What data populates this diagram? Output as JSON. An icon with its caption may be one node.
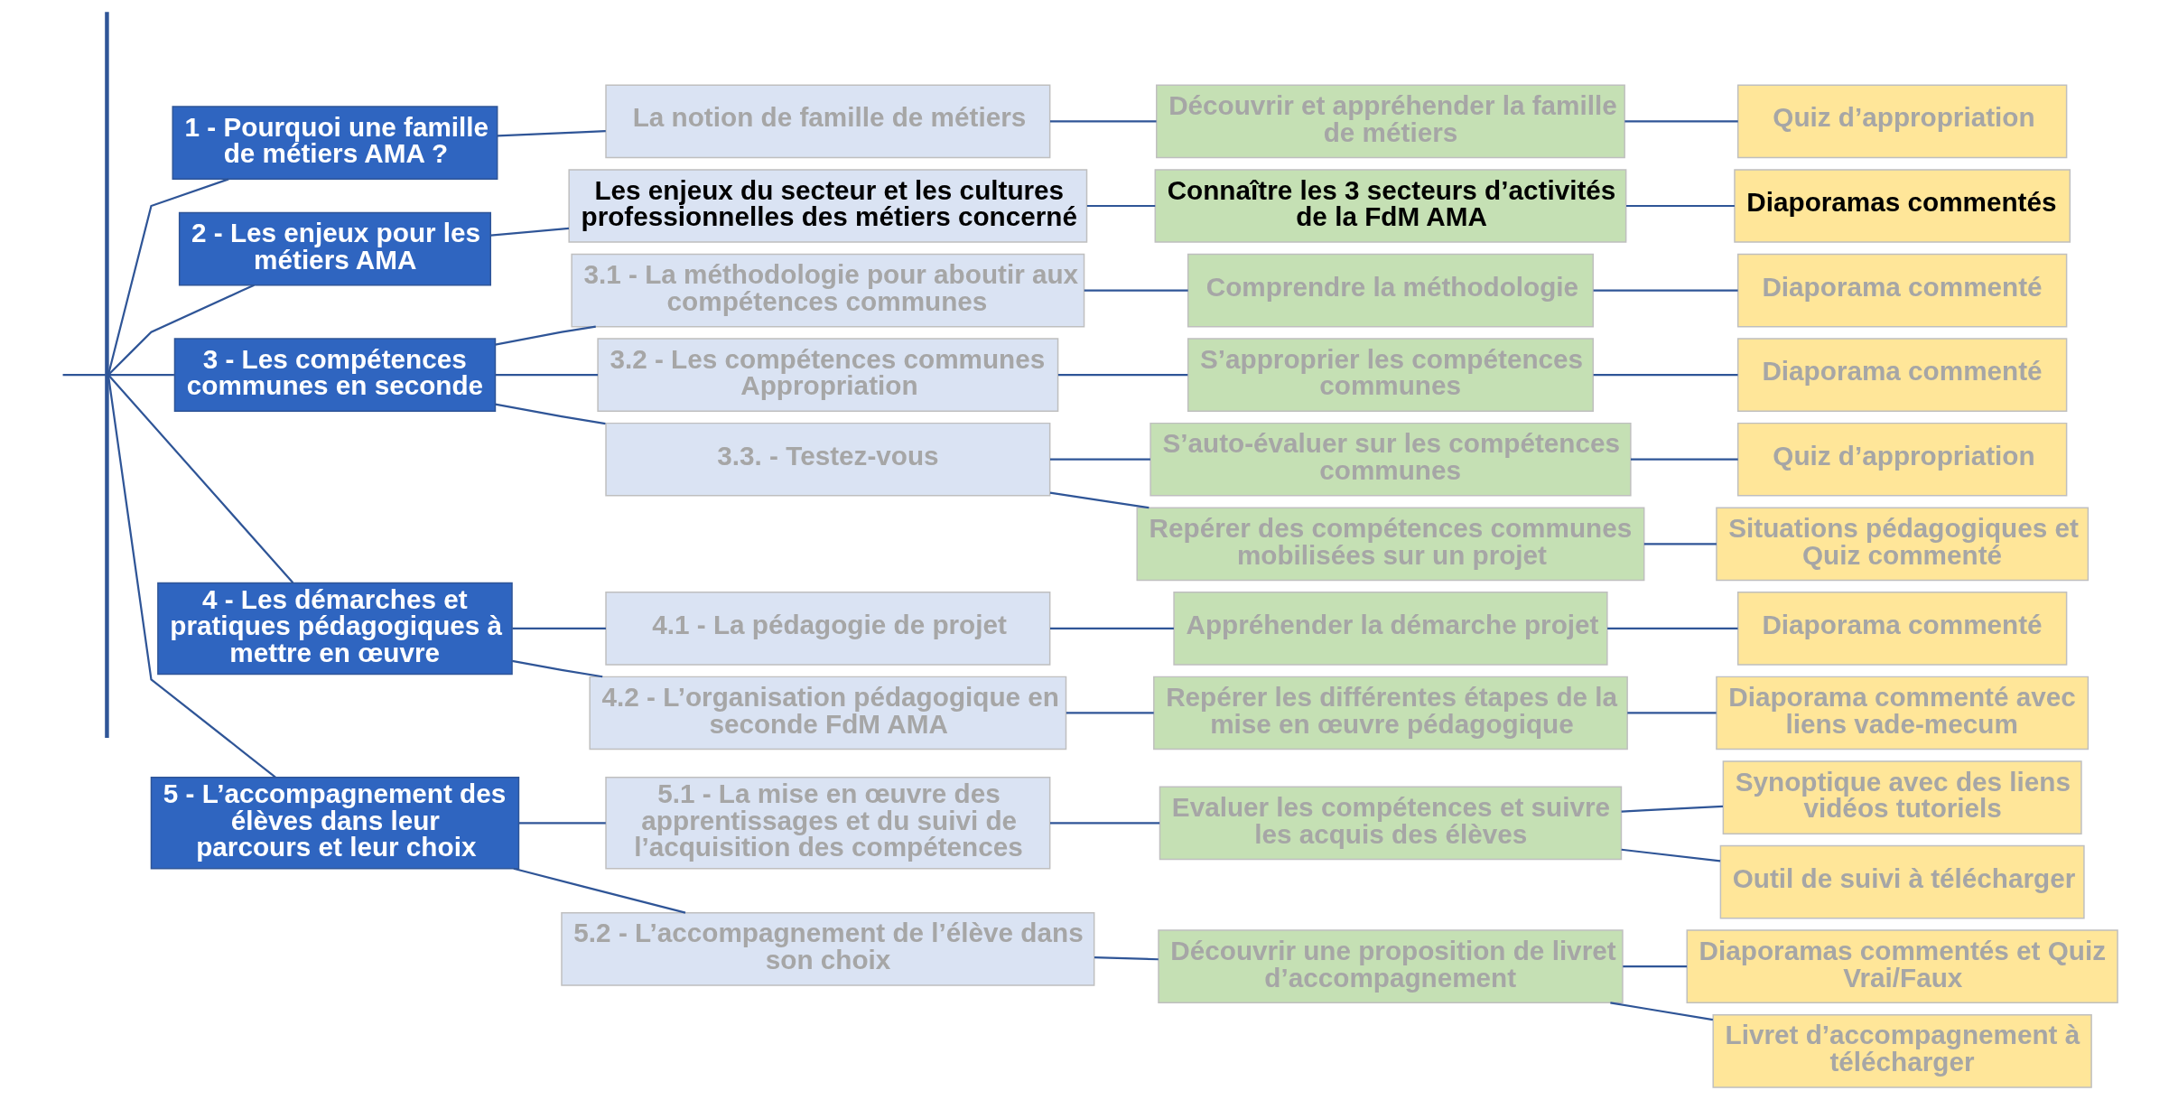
{
  "diagram": {
    "nodes": [
      {
        "text": [
          "1 - Pourquoi une famille de métiers AMA ?"
        ]
      },
      {
        "text": [
          "La notion de famille de métiers"
        ]
      },
      {
        "text": [
          "Découvrir et appréhender la famille de métiers"
        ]
      },
      {
        "text": [
          "Quiz d’appropriation"
        ]
      },
      {
        "text": [
          "2 - Les enjeux pour les métiers AMA"
        ]
      },
      {
        "text": [
          "Les enjeux du secteur et les cultures professionnelles des métiers concerné"
        ]
      },
      {
        "text": [
          "Connaître les 3 secteurs d’activités de la FdM AMA"
        ]
      },
      {
        "text": [
          "Diaporamas commentés"
        ]
      },
      {
        "text": [
          "3 - Les compétences communes en seconde"
        ]
      },
      {
        "text": [
          "3.1 - La méthodologie pour aboutir aux compétences communes"
        ]
      },
      {
        "text": [
          "Comprendre la méthodologie"
        ]
      },
      {
        "text": [
          "Diaporama commenté"
        ]
      },
      {
        "text": [
          "3.2 - Les compétences communes Appropriation"
        ]
      },
      {
        "text": [
          "S’approprier les compétences communes"
        ]
      },
      {
        "text": [
          "Diaporama commenté"
        ]
      },
      {
        "text": [
          "3.3. - Testez-vous"
        ]
      },
      {
        "text": [
          "S’auto-évaluer sur les compétences communes"
        ]
      },
      {
        "text": [
          "Quiz d’appropriation"
        ]
      },
      {
        "text": [
          "Repérer des compétences communes mobilisées sur un projet"
        ]
      },
      {
        "text": [
          "Situations pédagogiques et Quiz commenté"
        ]
      },
      {
        "text": [
          "4 - Les démarches et pratiques pédagogiques à mettre en œuvre"
        ]
      },
      {
        "text": [
          "4.1 - La pédagogie de projet"
        ]
      },
      {
        "text": [
          "Appréhender la démarche projet"
        ]
      },
      {
        "text": [
          "Diaporama commenté"
        ]
      },
      {
        "text": [
          "4.2 - L’organisation pédagogique en seconde FdM AMA"
        ]
      },
      {
        "text": [
          "Repérer les différentes étapes de la mise en œuvre pédagogique"
        ]
      },
      {
        "text": [
          "Diaporama commenté avec liens vade-mecum"
        ]
      },
      {
        "text": [
          "5 - L’accompagnement des élèves dans leur parcours et leur choix"
        ]
      },
      {
        "text": [
          "5.1 - La mise en œuvre des apprentissages et du suivi de l’acquisition des compétences"
        ]
      },
      {
        "text": [
          "Evaluer les compétences et suivre les acquis des élèves"
        ]
      },
      {
        "text": [
          "Synoptique avec des liens vidéos tutoriels"
        ]
      },
      {
        "text": [
          "Outil de suivi à télécharger"
        ]
      },
      {
        "text": [
          "5.2 - L’accompagnement de l’élève dans son choix"
        ]
      },
      {
        "text": [
          "Découvrir une proposition de livret d’accompagnement"
        ]
      },
      {
        "text": [
          "Diaporamas commentés et Quiz Vrai/Faux"
        ]
      },
      {
        "text": [
          "Livret d’accompagnement à télécharger"
        ]
      },
      {
        "text": [],
        "shape": "bar"
      }
    ],
    "edges": [
      {
        "from": null,
        "to": 36,
        "arrow": "none"
      },
      {
        "from": 36,
        "to": 0,
        "arrow": "none"
      },
      {
        "from": 36,
        "to": 4,
        "arrow": "none"
      },
      {
        "from": 36,
        "to": 8,
        "arrow": "none"
      },
      {
        "from": 36,
        "to": 20,
        "arrow": "none"
      },
      {
        "from": 36,
        "to": 27,
        "arrow": "none"
      },
      {
        "from": 0,
        "to": 1,
        "arrow": "none"
      },
      {
        "from": 1,
        "to": 2,
        "arrow": "none"
      },
      {
        "from": 2,
        "to": 3,
        "arrow": "none"
      },
      {
        "from": 4,
        "to": 5,
        "arrow": "none"
      },
      {
        "from": 5,
        "to": 6,
        "arrow": "none"
      },
      {
        "from": 6,
        "to": 7,
        "arrow": "none"
      },
      {
        "from": 8,
        "to": 9,
        "arrow": "none"
      },
      {
        "from": 8,
        "to": 12,
        "arrow": "none"
      },
      {
        "from": 8,
        "to": 15,
        "arrow": "none"
      },
      {
        "from": 9,
        "to": 10,
        "arrow": "none"
      },
      {
        "from": 10,
        "to": 11,
        "arrow": "none"
      },
      {
        "from": 12,
        "to": 13,
        "arrow": "none"
      },
      {
        "from": 13,
        "to": 14,
        "arrow": "none"
      },
      {
        "from": 15,
        "to": 16,
        "arrow": "none"
      },
      {
        "from": 15,
        "to": 18,
        "arrow": "none"
      },
      {
        "from": 16,
        "to": 17,
        "arrow": "none"
      },
      {
        "from": 18,
        "to": 19,
        "arrow": "none"
      },
      {
        "from": 20,
        "to": 21,
        "arrow": "none"
      },
      {
        "from": 20,
        "to": 24,
        "arrow": "none"
      },
      {
        "from": 21,
        "to": 22,
        "arrow": "none"
      },
      {
        "from": 22,
        "to": 23,
        "arrow": "none"
      },
      {
        "from": 24,
        "to": 25,
        "arrow": "none"
      },
      {
        "from": 25,
        "to": 26,
        "arrow": "none"
      },
      {
        "from": 27,
        "to": 28,
        "arrow": "none"
      },
      {
        "from": 27,
        "to": 32,
        "arrow": "none"
      },
      {
        "from": 28,
        "to": 29,
        "arrow": "none"
      },
      {
        "from": 29,
        "to": 30,
        "arrow": "none"
      },
      {
        "from": 29,
        "to": 31,
        "arrow": "none"
      },
      {
        "from": 32,
        "to": 33,
        "arrow": "none"
      },
      {
        "from": 33,
        "to": 34,
        "arrow": "none"
      },
      {
        "from": 33,
        "to": 35,
        "arrow": "none"
      }
    ]
  }
}
